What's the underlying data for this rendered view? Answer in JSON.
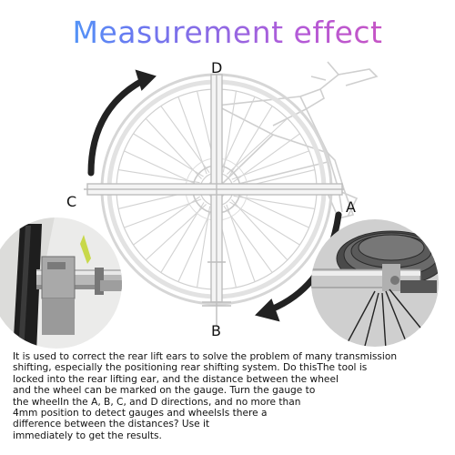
{
  "header": {
    "title": "Measurement effect",
    "title_gradient": [
      "#3ab4ff",
      "#6a78f0",
      "#b35bd8",
      "#d54fb5"
    ]
  },
  "diagram": {
    "labels": {
      "a": "A",
      "b": "B",
      "c": "C",
      "d": "D"
    },
    "arrow_color": "#222222",
    "bike_line_color": "#c9c9c9"
  },
  "description": {
    "text": "It is used to correct the rear lift ears to solve the problem of many transmission\nshifting, especially the positioning rear shifting system. Do thisThe tool is\nlocked into the rear lifting ear, and the distance between the wheel\nand the wheel can be marked on the gauge. Turn the gauge to\nthe wheelIn the A, B, C, and D directions, and no more than\n4mm position to detect gauges and wheelsIs there a\ndifference between the distances? Use it\nimmediately to get the results."
  }
}
